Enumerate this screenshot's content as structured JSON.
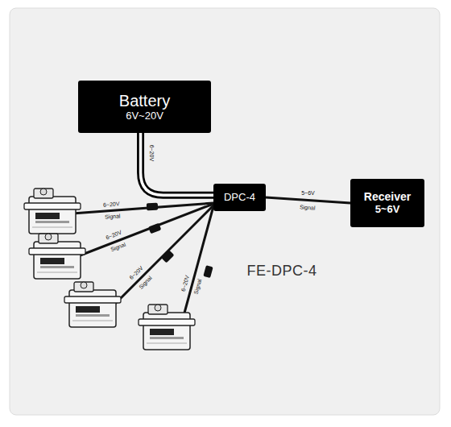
{
  "diagram": {
    "nodes": [
      {
        "text": [
          "Battery",
          "6V~20V"
        ]
      },
      {
        "text": [
          "DPC-4"
        ]
      },
      {
        "text": [
          "Receiver",
          "5~6V"
        ]
      }
    ],
    "edges": [
      {
        "from": 0,
        "to": 1,
        "arrow": "none",
        "label": "6~20V"
      },
      {
        "from": 1,
        "to": 2,
        "arrow": "none",
        "label": "5~6V"
      }
    ],
    "labels": [
      "6~20V",
      "Signal",
      "6~20V",
      "Signal",
      "6~20V",
      "Signal",
      "6~20V",
      "Signal",
      "Signal",
      "FE-DPC-4"
    ]
  }
}
